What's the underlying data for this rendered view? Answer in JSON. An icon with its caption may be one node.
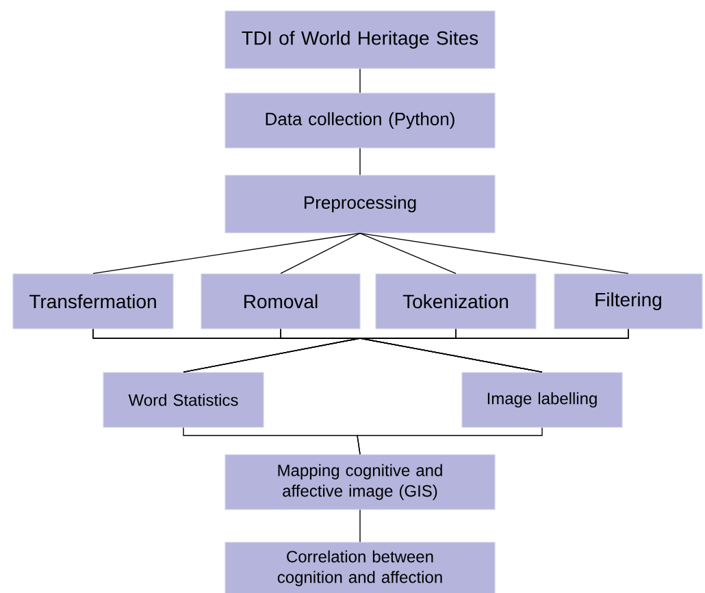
{
  "diagram": {
    "nodes": [
      {
        "text": [
          "TDI of World Heritage Sites"
        ]
      },
      {
        "text": [
          "Data collection (Python)"
        ]
      },
      {
        "text": [
          "Preprocessing"
        ]
      },
      {
        "text": [
          "Transfermation"
        ]
      },
      {
        "text": [
          "Romoval"
        ]
      },
      {
        "text": [
          "Tokenization"
        ]
      },
      {
        "text": [
          "Filtering"
        ]
      },
      {
        "text": [
          "Word Statistics"
        ]
      },
      {
        "text": [
          "Image labelling"
        ]
      },
      {
        "text": [
          "Mapping cognitive and affective image (GIS)"
        ]
      },
      {
        "text": [
          "Correlation between cognition and affection"
        ]
      }
    ],
    "edges": [
      {
        "from": 0,
        "to": 1,
        "arrow": "none"
      },
      {
        "from": 1,
        "to": 2,
        "arrow": "none"
      },
      {
        "from": 2,
        "to": 3,
        "arrow": "none"
      },
      {
        "from": 2,
        "to": 4,
        "arrow": "none"
      },
      {
        "from": 2,
        "to": 5,
        "arrow": "none"
      },
      {
        "from": 2,
        "to": 6,
        "arrow": "none"
      },
      {
        "from": 3,
        "to": 7,
        "arrow": "none"
      },
      {
        "from": 4,
        "to": 7,
        "arrow": "none"
      },
      {
        "from": 5,
        "to": 7,
        "arrow": "none"
      },
      {
        "from": 6,
        "to": 7,
        "arrow": "none"
      },
      {
        "from": 3,
        "to": 8,
        "arrow": "none"
      },
      {
        "from": 4,
        "to": 8,
        "arrow": "none"
      },
      {
        "from": 5,
        "to": 8,
        "arrow": "none"
      },
      {
        "from": 6,
        "to": 8,
        "arrow": "none"
      },
      {
        "from": 7,
        "to": 9,
        "arrow": "none"
      },
      {
        "from": 8,
        "to": 9,
        "arrow": "none"
      },
      {
        "from": 9,
        "to": 10,
        "arrow": "none"
      }
    ]
  }
}
